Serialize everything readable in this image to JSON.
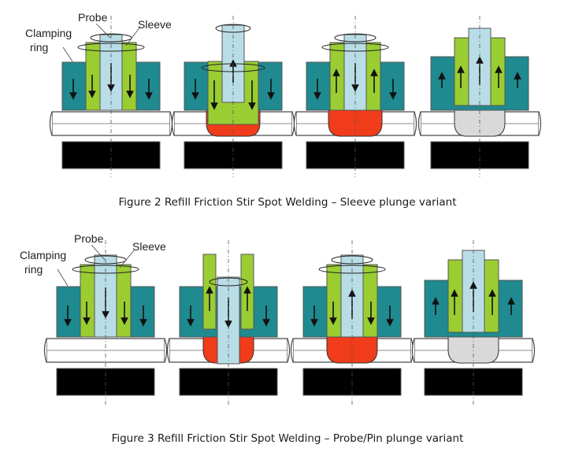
{
  "figures": [
    {
      "caption": "Figure 2 Refill Friction Stir Spot Welding – Sleeve plunge variant",
      "labels": {
        "probe": "Probe",
        "sleeve": "Sleeve",
        "clamping_line1": "Clamping",
        "clamping_line2": "ring"
      }
    },
    {
      "caption": "Figure 3 Refill Friction Stir Spot Welding – Probe/Pin plunge variant",
      "labels": {
        "probe": "Probe",
        "sleeve": "Sleeve",
        "clamping_line1": "Clamping",
        "clamping_line2": "ring"
      }
    }
  ],
  "colors": {
    "clamping_ring": "#1f8a8f",
    "sleeve": "#9acd32",
    "probe": "#b9dde6",
    "weld_material": "#f03c1a",
    "finished_weld": "#d9d9d9",
    "backing_plate": "#000000"
  }
}
